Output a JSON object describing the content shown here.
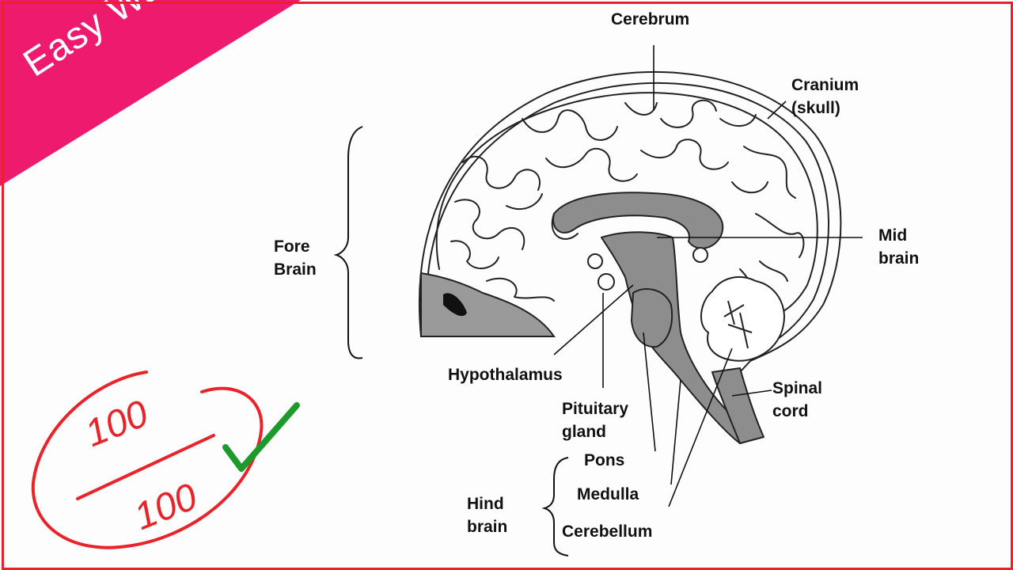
{
  "badge": {
    "text": "Easy Way",
    "color": "#ee1a6e"
  },
  "score": {
    "numerator": "100",
    "denominator": "100",
    "color": "#e8232a",
    "check_color": "#1d9a2c"
  },
  "frame_color": "#e8212a",
  "labels": {
    "cerebrum": "Cerebrum",
    "cranium_line1": "Cranium",
    "cranium_line2": "(skull)",
    "fore_brain_line1": "Fore",
    "fore_brain_line2": "Brain",
    "mid_brain_line1": "Mid",
    "mid_brain_line2": "brain",
    "hypothalamus": "Hypothalamus",
    "pituitary_line1": "Pituitary",
    "pituitary_line2": "gland",
    "spinal_line1": "Spinal",
    "spinal_line2": "cord",
    "pons": "Pons",
    "medulla": "Medulla",
    "cerebellum": "Cerebellum",
    "hind_brain_line1": "Hind",
    "hind_brain_line2": "brain"
  }
}
